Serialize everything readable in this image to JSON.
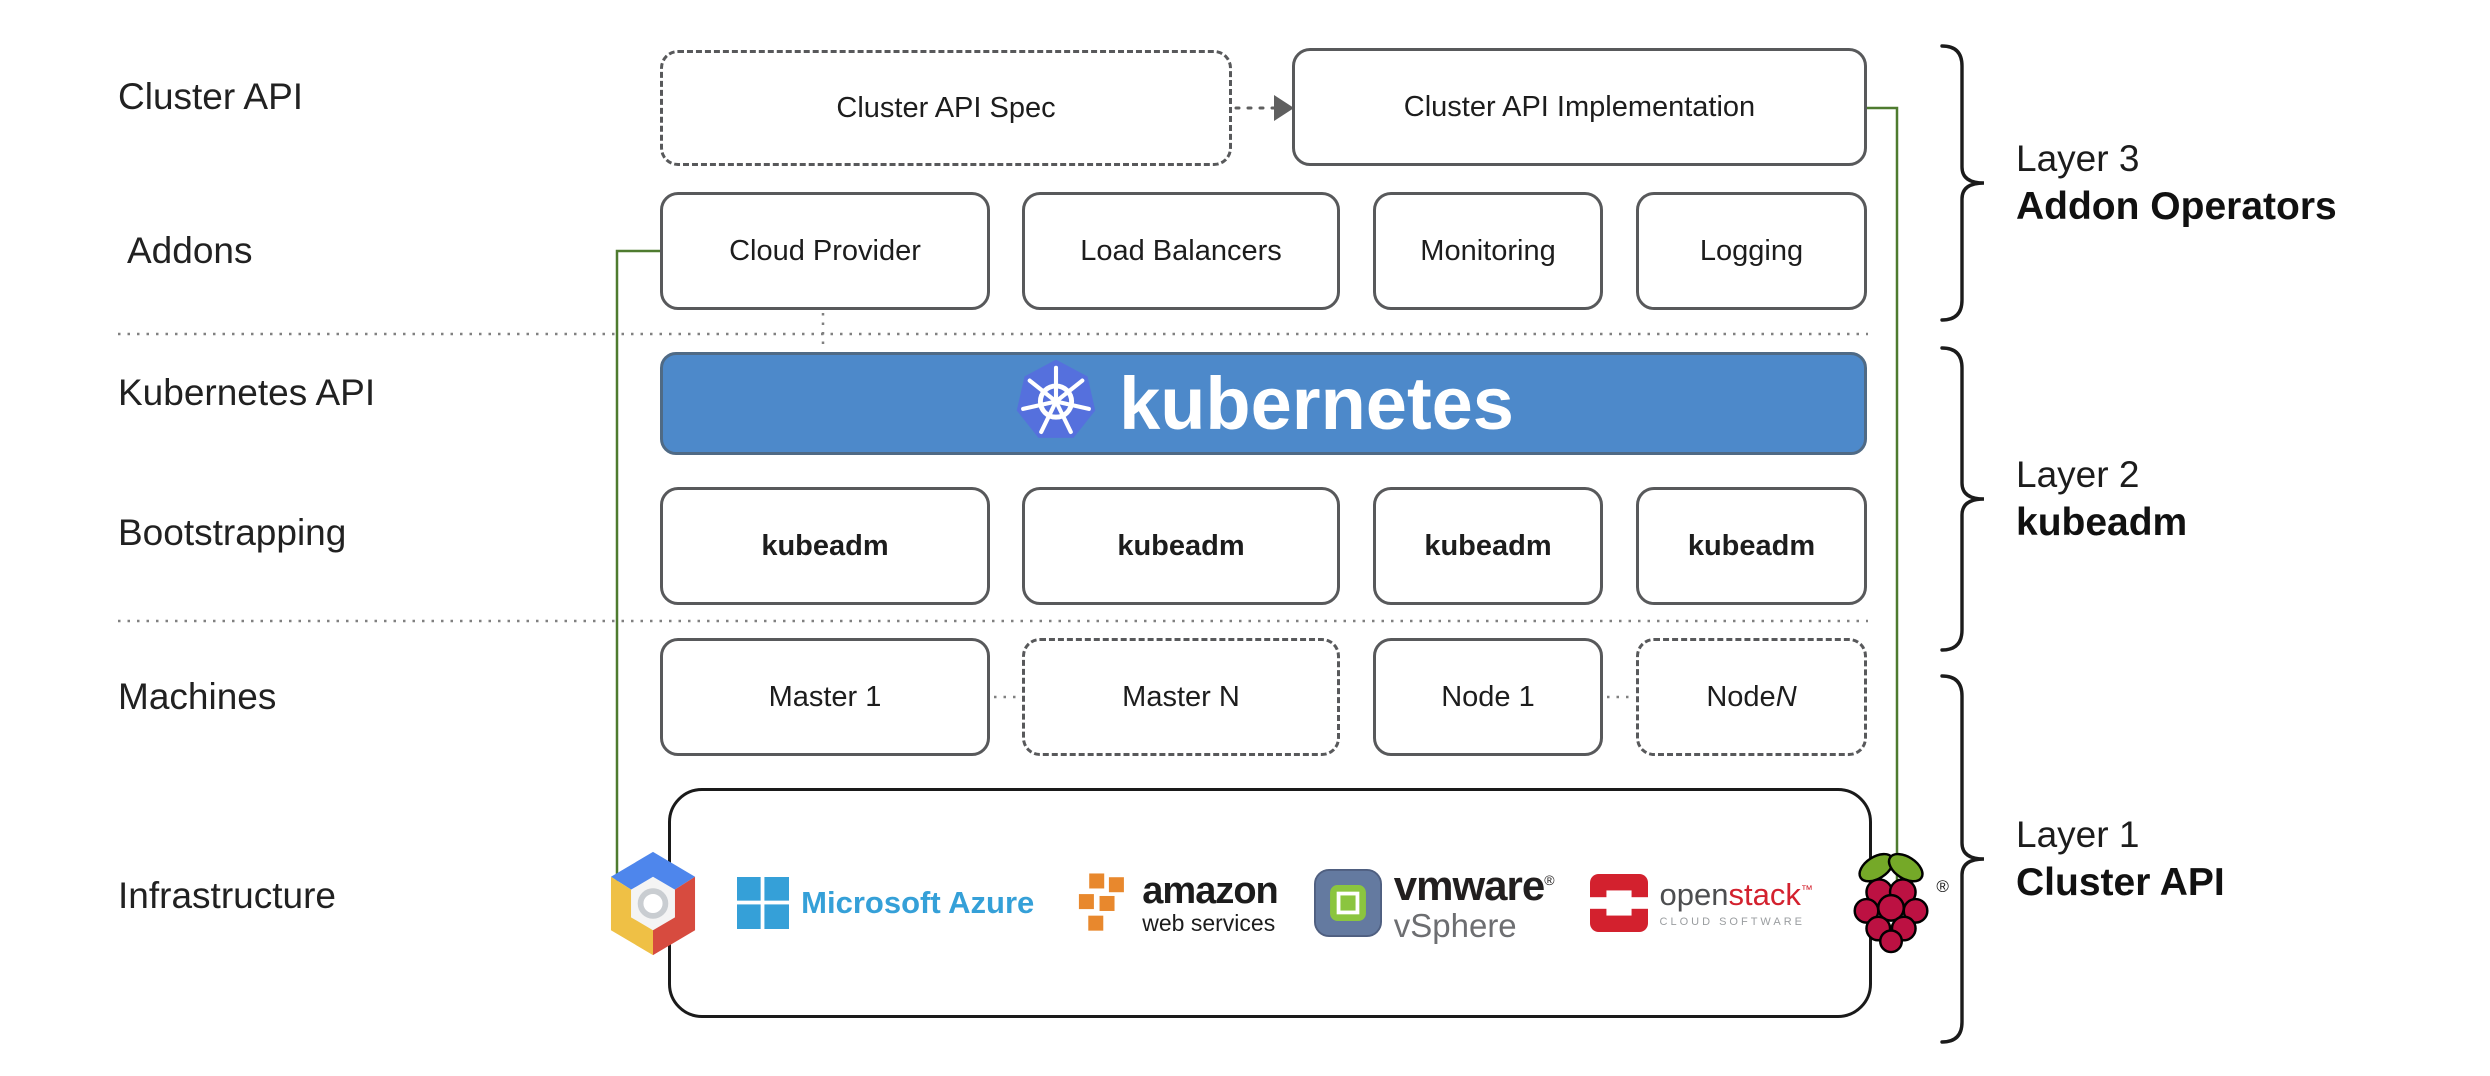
{
  "left_labels": [
    {
      "id": "cluster-api",
      "label": "Cluster API"
    },
    {
      "id": "addons",
      "label": "Addons"
    },
    {
      "id": "kubernetes-api",
      "label": "Kubernetes API"
    },
    {
      "id": "bootstrapping",
      "label": "Bootstrapping"
    },
    {
      "id": "machines",
      "label": "Machines"
    },
    {
      "id": "infrastructure",
      "label": "Infrastructure"
    }
  ],
  "top_row": {
    "spec_label": "Cluster API Spec",
    "implementation_label": "Cluster API Implementation"
  },
  "addons_row": {
    "boxes": [
      "Cloud Provider",
      "Load Balancers",
      "Monitoring",
      "Logging"
    ]
  },
  "kubernetes_banner": {
    "brand": "kubernetes"
  },
  "bootstrapping_row": {
    "boxes": [
      "kubeadm",
      "kubeadm",
      "kubeadm",
      "kubeadm"
    ]
  },
  "machines_row": {
    "boxes": [
      {
        "label": "Master 1"
      },
      {
        "label": "Master N"
      },
      {
        "label": "Node 1"
      },
      {
        "prefix": "Node ",
        "italic_suffix": "N"
      }
    ]
  },
  "infrastructure_box": {
    "logos": [
      {
        "name": "google-cloud-platform"
      },
      {
        "name": "microsoft-azure",
        "text": "Microsoft Azure"
      },
      {
        "name": "amazon-web-services",
        "line1": "amazon",
        "line2": "web services"
      },
      {
        "name": "vmware-vsphere",
        "line1": "vmware",
        "reg": "®",
        "line2": "vSphere"
      },
      {
        "name": "openstack",
        "part1": "open",
        "part2": "stack",
        "tm": "™",
        "subtitle": "CLOUD SOFTWARE"
      },
      {
        "name": "raspberry-pi",
        "reg": "®"
      }
    ]
  },
  "layer_labels": [
    {
      "line1": "Layer 3",
      "line2": "Addon Operators"
    },
    {
      "line1": "Layer 2",
      "line2": "kubeadm"
    },
    {
      "line1": "Layer 1",
      "line2": "Cluster API"
    }
  ],
  "colors": {
    "banner_blue": "#4D89CA",
    "kubernetes_logo_blue": "#5570DD",
    "connector_green": "#4E7B2F",
    "box_border": "#58595B",
    "azure_blue": "#35A0D8",
    "aws_orange": "#E8882D",
    "openstack_red": "#D3212E",
    "vmware_slate": "#647AA0",
    "vmware_green": "#8BC53F",
    "raspberry_crimson": "#BC1142",
    "leaf_green": "#75A928",
    "gcp_blue": "#4E86EC",
    "gcp_red": "#D74B3F",
    "gcp_yellow": "#EFC045"
  }
}
